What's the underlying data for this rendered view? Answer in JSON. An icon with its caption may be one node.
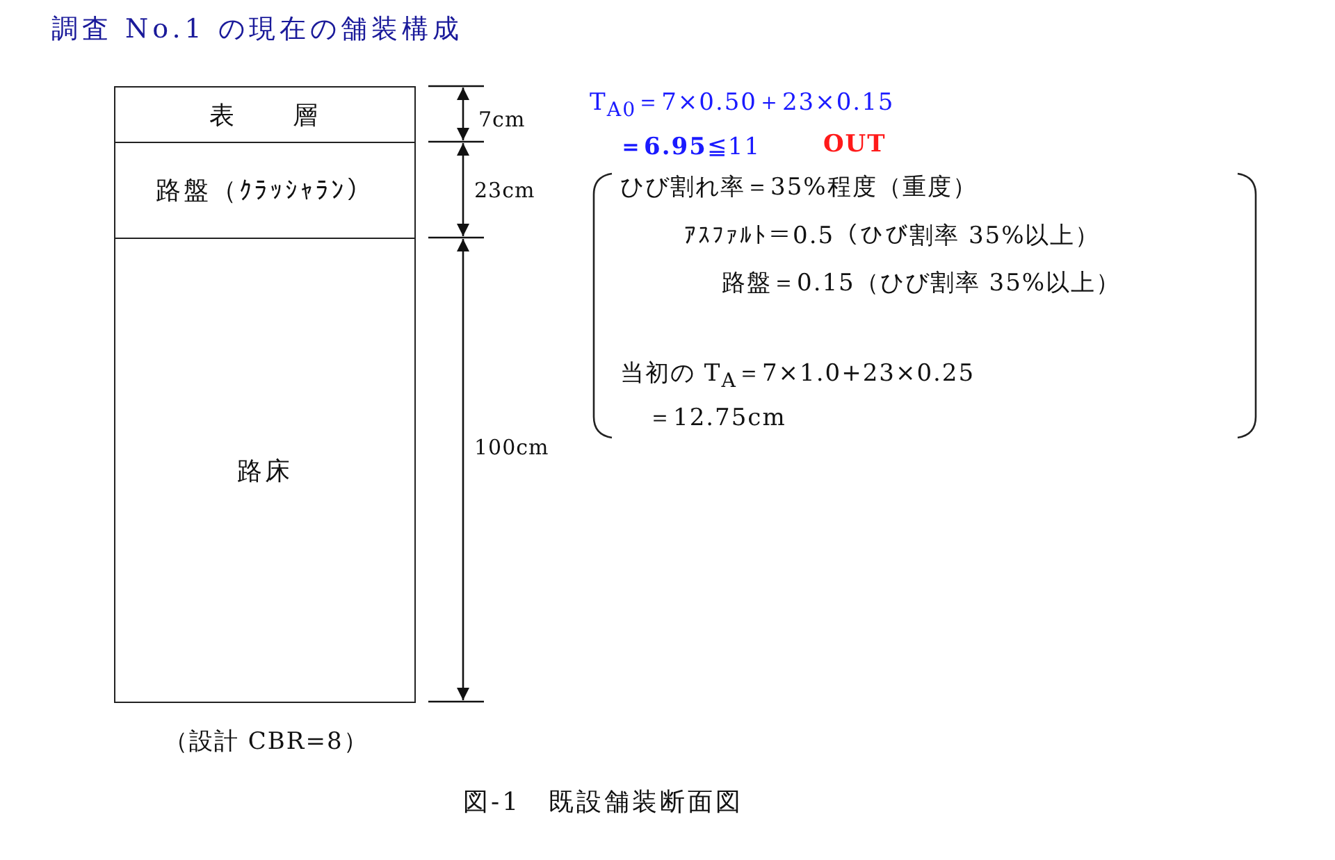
{
  "diagram": {
    "title": "調査 No.1 の現在の舗装構成",
    "caption": "図-1　既設舗装断面図",
    "nodes": [
      {
        "text": [
          "表　　層"
        ]
      },
      {
        "text": [
          "路盤（ｸﾗｯｼｬﾗﾝ）"
        ]
      },
      {
        "text": [
          "路床"
        ],
        "beside": [
          "（設計 CBR=8）"
        ]
      }
    ],
    "labels": [
      "7cm",
      "23cm",
      "100cm",
      "T$_{A0}$＝7×0.50＋23×0.15",
      "**＝6.95**≦11",
      "OUT",
      "ひび割れ率＝35%程度（重度）",
      "ｱｽﾌｧﾙﾄ＝0.5（ひび割率 35%以上）",
      "路盤＝0.15（ひび割率 35%以上）",
      "当初の T$_{A}$＝7×1.0+23×0.25",
      "＝12.75cm"
    ]
  }
}
